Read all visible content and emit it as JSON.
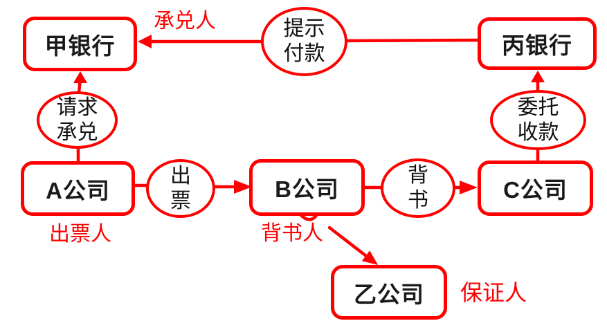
{
  "diagram": {
    "subject": "bill-of-exchange-flow",
    "colors": {
      "accent": "#fe0000",
      "ink": "#1a1a1a",
      "background": "#ffffff"
    },
    "nodes": {
      "bank_jia": {
        "label": "甲银行"
      },
      "bank_bing": {
        "label": "丙银行"
      },
      "company_a": {
        "label": "A公司"
      },
      "company_b": {
        "label": "B公司"
      },
      "company_c": {
        "label": "C公司"
      },
      "company_yi": {
        "label": "乙公司"
      }
    },
    "actions": {
      "present_payment": {
        "line1": "提示",
        "line2": "付款"
      },
      "request_acceptance": {
        "line1": "请求",
        "line2": "承兑"
      },
      "entrust_collection": {
        "line1": "委托",
        "line2": "收款"
      },
      "draw_bill": {
        "line1": "出",
        "line2": "票"
      },
      "endorse": {
        "line1": "背",
        "line2": "书"
      }
    },
    "role_labels": {
      "acceptor": "承兑人",
      "drawer": "出票人",
      "endorser": "背书人",
      "guarantor": "保证人"
    },
    "edges": [
      {
        "from": "company_a",
        "via": "request_acceptance",
        "to": "bank_jia"
      },
      {
        "from": "company_a",
        "via": "draw_bill",
        "to": "company_b"
      },
      {
        "from": "company_b",
        "via": "endorse",
        "to": "company_c"
      },
      {
        "from": "company_c",
        "via": "entrust_collection",
        "to": "bank_bing"
      },
      {
        "from": "bank_bing",
        "via": "present_payment",
        "to": "bank_jia"
      },
      {
        "from": "company_b",
        "via": "",
        "to": "company_yi"
      }
    ]
  }
}
